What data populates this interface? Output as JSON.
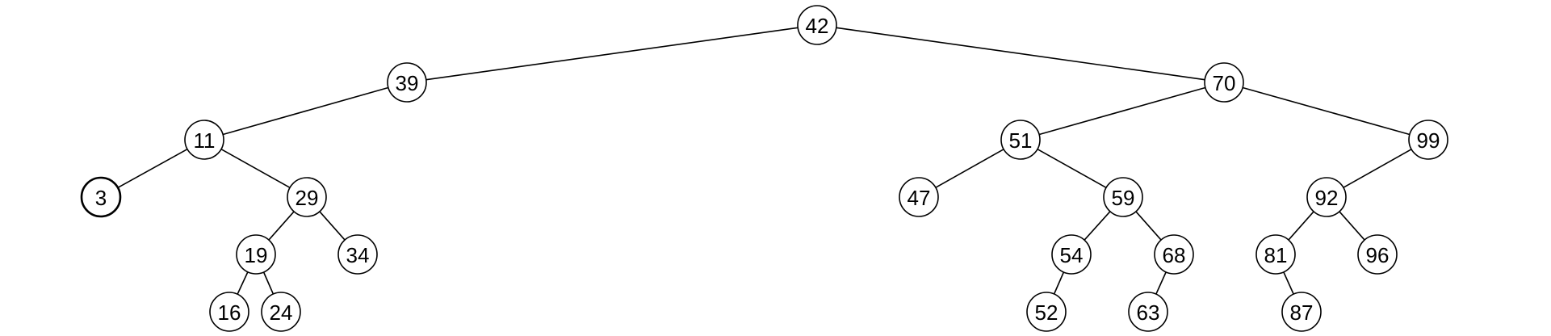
{
  "tree": {
    "highlight_color": "#22c0ea",
    "highlighted_node": "3",
    "root": {
      "value": "42",
      "left": {
        "value": "39",
        "left": {
          "value": "11",
          "left": {
            "value": "3"
          },
          "right": {
            "value": "29",
            "left": {
              "value": "19",
              "left": {
                "value": "16"
              },
              "right": {
                "value": "24"
              }
            },
            "right": {
              "value": "34"
            }
          }
        }
      },
      "right": {
        "value": "70",
        "left": {
          "value": "51",
          "left": {
            "value": "47"
          },
          "right": {
            "value": "59",
            "left": {
              "value": "54",
              "left": {
                "value": "52"
              }
            },
            "right": {
              "value": "68",
              "left": {
                "value": "63"
              }
            }
          }
        },
        "right": {
          "value": "99",
          "left": {
            "value": "92",
            "left": {
              "value": "81",
              "right": {
                "value": "87"
              }
            },
            "right": {
              "value": "96"
            }
          }
        }
      }
    }
  }
}
